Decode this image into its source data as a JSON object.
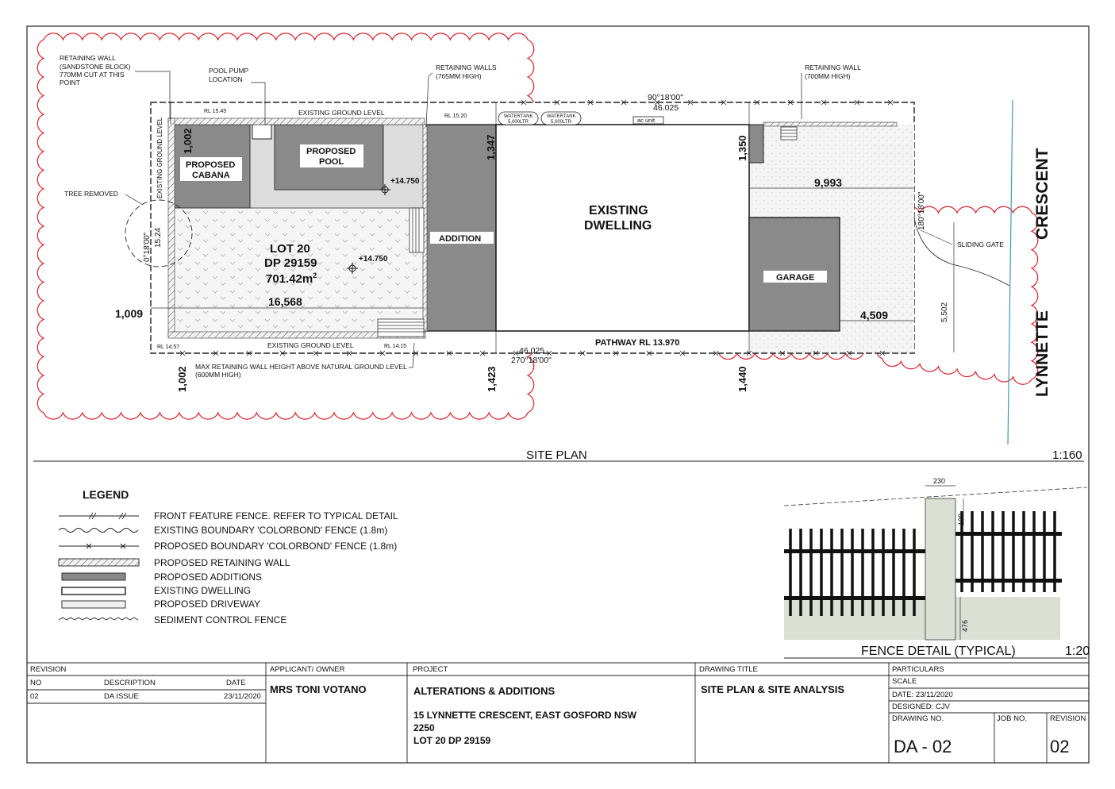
{
  "plan": {
    "site_plan_title": "SITE PLAN",
    "site_plan_scale": "1:160",
    "street_word_1": "LYNNETTE",
    "street_word_2": "CRESCENT",
    "lot_number": "LOT 20",
    "lot_dp": "DP 29159",
    "lot_area": "701.42m",
    "lot_area_sup": "2",
    "proposed_cabana_1": "PROPOSED",
    "proposed_cabana_2": "CABANA",
    "proposed_pool_1": "PROPOSED",
    "proposed_pool_2": "POOL",
    "addition": "ADDITION",
    "existing_dwelling_1": "EXISTING",
    "existing_dwelling_2": "DWELLING",
    "garage": "GARAGE",
    "pathway": "PATHWAY RL 13.970",
    "existing_ground_level_top": "EXISTING GROUND LEVEL",
    "existing_ground_level_bottom": "EXISTING GROUND LEVEL",
    "existing_ground_level_side": "EXISTING GROUND LEVEL",
    "rl_top_left": "RL 15.45",
    "rl_top_mid": "RL 15.20",
    "rl_bottom_left": "RL 14.57",
    "rl_bottom_mid": "RL 14.15",
    "water_tank_1_a": "WATERTANK",
    "water_tank_1_b": "5,000LTR",
    "water_tank_2_a": "WATERTANK",
    "water_tank_2_b": "5,000LTR",
    "ac_unit": "ac unit",
    "spot_level_1": "+14.750",
    "spot_level_2": "+14.750",
    "bearing_top": "90°18'00\"",
    "length_top": "46.025",
    "bearing_bottom": "270°18'00\"",
    "length_bottom": "46.025",
    "bearing_left": "0°18'00\"",
    "length_left": "15.24",
    "bearing_right": "180°18'00\"",
    "dim_1002_top": "1,002",
    "dim_1002_bottom": "1,002",
    "dim_1009": "1,009",
    "dim_16568": "16,568",
    "dim_1347": "1,347",
    "dim_1423": "1,423",
    "dim_1350": "1,350",
    "dim_1440": "1,440",
    "dim_9993": "9,993",
    "dim_4509": "4,509",
    "dim_5502": "5,502",
    "note_retaining_sandstone_1": "RETAINING WALL",
    "note_retaining_sandstone_2": "(SANDSTONE BLOCK)",
    "note_retaining_sandstone_3": "770MM CUT AT THIS",
    "note_retaining_sandstone_4": "POINT",
    "note_pool_pump_1": "POOL PUMP",
    "note_pool_pump_2": "LOCATION",
    "note_retaining_765_1": "RETAINING WALLS",
    "note_retaining_765_2": "(765MM HIGH)",
    "note_retaining_700_1": "RETAINING WALL",
    "note_retaining_700_2": "(700MM HIGH)",
    "note_tree_removed": "TREE REMOVED",
    "note_sliding_gate": "SLIDING GATE",
    "note_max_retaining_1": "MAX RETAINING WALL HEIGHT ABOVE NATURAL GROUND LEVEL",
    "note_max_retaining_2": "(600MM HIGH)"
  },
  "legend": {
    "title": "LEGEND",
    "items": [
      "FRONT FEATURE FENCE. REFER TO TYPICAL DETAIL",
      "EXISTING BOUNDARY 'COLORBOND' FENCE (1.8m)",
      "PROPOSED BOUNDARY 'COLORBOND' FENCE (1.8m)",
      "PROPOSED RETAINING WALL",
      "PROPOSED ADDITIONS",
      "EXISTING DWELLING",
      "PROPOSED DRIVEWAY",
      "SEDIMENT CONTROL FENCE"
    ]
  },
  "fence_detail": {
    "title": "FENCE DETAIL (TYPICAL)",
    "scale": "1:20",
    "dim_230": "230",
    "dim_100": "100",
    "dim_476": "476"
  },
  "title_block": {
    "revision_header": "REVISION",
    "col_no": "NO",
    "col_description": "DESCRIPTION",
    "col_date": "DATE",
    "rev_no": "02",
    "rev_description": "DA ISSUE",
    "rev_date": "23/11/2020",
    "applicant_header": "APPLICANT/ OWNER",
    "applicant": "MRS TONI VOTANO",
    "project_header": "PROJECT",
    "project_title": "ALTERATIONS & ADDITIONS",
    "project_address_1": "15 LYNNETTE CRESCENT, EAST GOSFORD NSW",
    "project_address_2": "2250",
    "project_address_3": "LOT 20 DP 29159",
    "drawing_title_header": "DRAWING TITLE",
    "drawing_title": "SITE PLAN & SITE ANALYSIS",
    "particulars_header": "PARTICULARS",
    "scale_label": "SCALE",
    "date_label": "DATE: 23/11/2020",
    "designed_label": "DESIGNED: CJV",
    "drawing_no_header": "DRAWING NO.",
    "job_no_header": "JOB NO.",
    "revision_col_header": "REVISION",
    "drawing_no": "DA - 02",
    "revision_value": "02"
  },
  "colors": {
    "cloud_red": "#e0202a",
    "additions_grey": "#8a8a8a",
    "driveway_light": "#dcdcdc",
    "fence_detail_ground": "#dcdfd4",
    "street_line": "#3a9bb0"
  }
}
